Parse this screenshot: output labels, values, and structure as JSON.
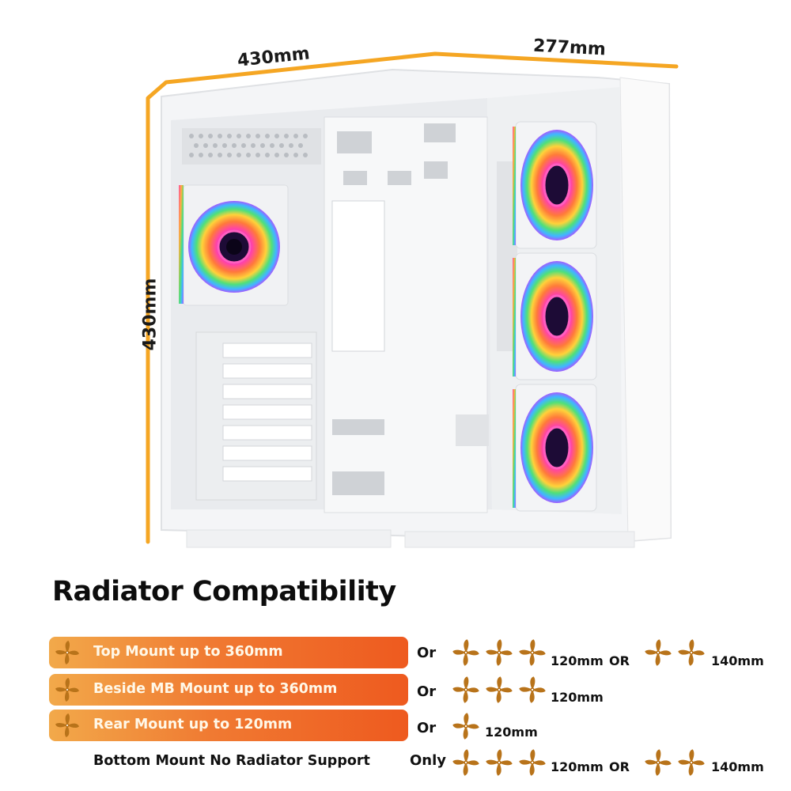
{
  "dimensions": {
    "depth": "430mm",
    "width": "277mm",
    "height": "430mm"
  },
  "heading": "Radiator Compatibility",
  "rows": [
    {
      "label": "Top Mount up to 360mm",
      "connector": "Or",
      "opt1_size": "120mm",
      "or2": "OR",
      "opt2_size": "140mm"
    },
    {
      "label": "Beside MB Mount up to 360mm",
      "connector": "Or",
      "opt1_size": "120mm"
    },
    {
      "label": "Rear Mount up to 120mm",
      "connector": "Or",
      "opt1_size": "120mm"
    },
    {
      "label": "Bottom Mount No Radiator Support",
      "connector": "Only",
      "opt1_size": "120mm",
      "or2": "OR",
      "opt2_size": "140mm"
    }
  ],
  "colors": {
    "accent": "#f5a623",
    "bar_start": "#f2a94a",
    "bar_end": "#ee5a1f",
    "fan_icon": "#b8731a"
  },
  "icons": {
    "fan": "fan-icon"
  }
}
